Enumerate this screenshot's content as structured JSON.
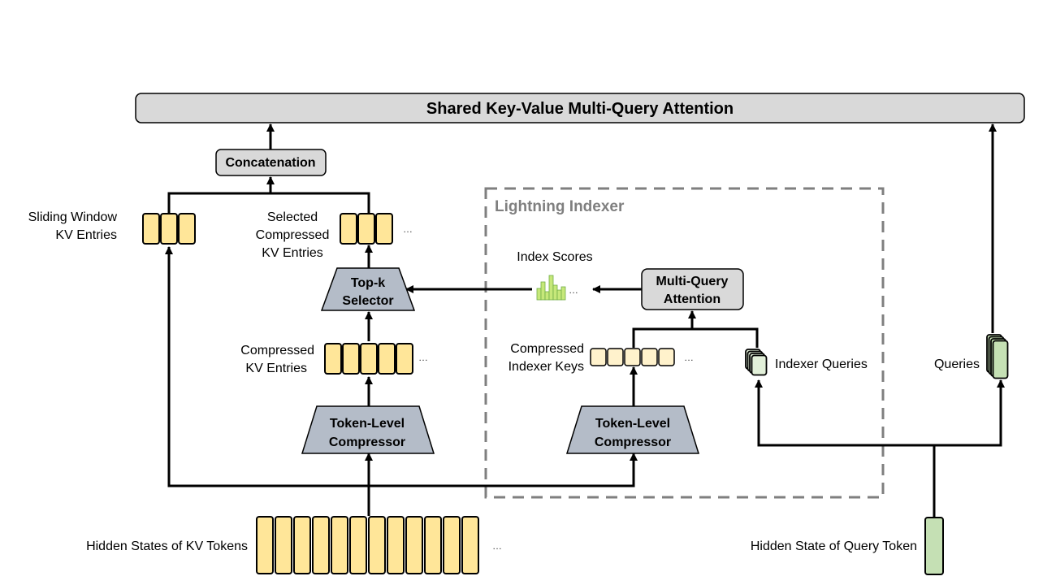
{
  "diagram": {
    "title": "Shared Key-Value Multi-Query Attention",
    "concatenation": "Concatenation",
    "lightning_indexer": "Lightning Indexer",
    "topk_line1": "Top-k",
    "topk_line2": "Selector",
    "mqa_line1": "Multi-Query",
    "mqa_line2": "Attention",
    "compressor_line1": "Token-Level",
    "compressor_line2": "Compressor",
    "labels": {
      "sliding_line1": "Sliding Window",
      "sliding_line2": "KV Entries",
      "selected_line1": "Selected",
      "selected_line2": "Compressed",
      "selected_line3": "KV Entries",
      "compressed_kv_line1": "Compressed",
      "compressed_kv_line2": "KV Entries",
      "compressed_idx_line1": "Compressed",
      "compressed_idx_line2": "Indexer Keys",
      "index_scores": "Index Scores",
      "indexer_queries": "Indexer Queries",
      "queries": "Queries",
      "hidden_kv": "Hidden States of KV Tokens",
      "hidden_query": "Hidden State of Query Token"
    },
    "ellipsis": "…",
    "colors": {
      "kv_fill": "#FFE699",
      "kv_stroke": "#000000",
      "idx_key_fill": "#FFF2CC",
      "query_fill": "#C5E0B4",
      "indexer_query_fill": "#E2F0D9",
      "score_fill": "#C6E87A",
      "score_stroke": "#70AD47",
      "box_fill": "#D9D9D9",
      "trap_fill": "#B4BCC8",
      "dash_stroke": "#7F7F7F",
      "indexer_label": "#7F7F7F"
    }
  }
}
